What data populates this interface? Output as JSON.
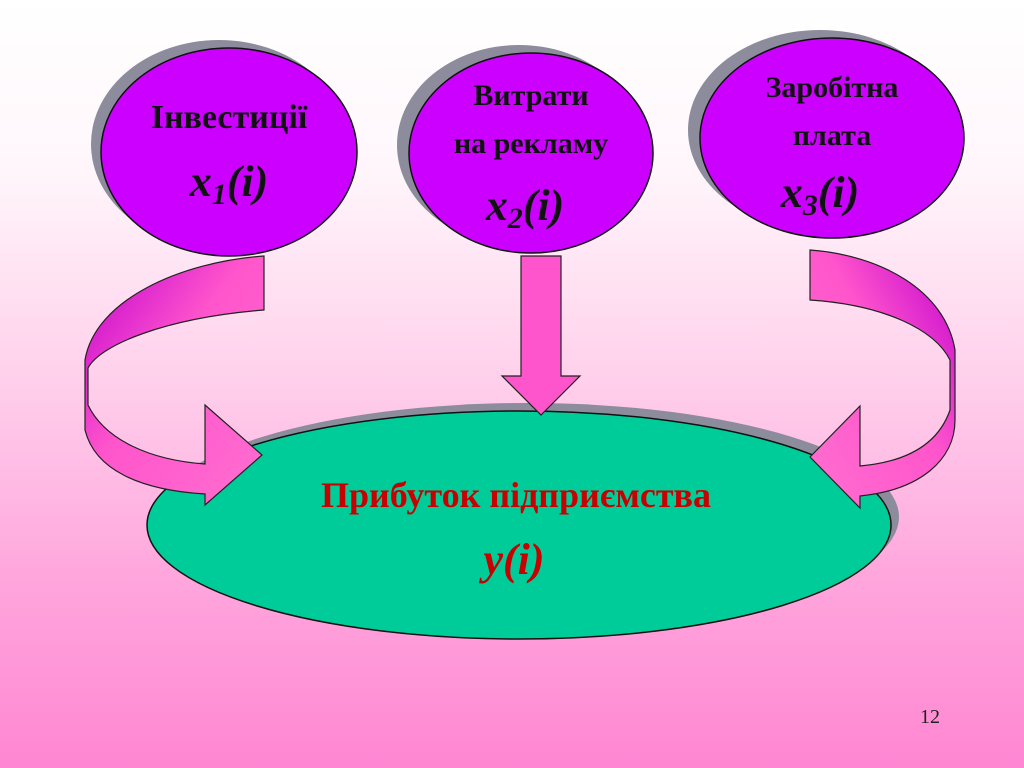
{
  "nodes": {
    "investments": {
      "title": "Інвестиції",
      "var": "x",
      "sub": "1",
      "arg": "(i)"
    },
    "advertising": {
      "line1": "Витрати",
      "line2": "на рекламу",
      "var": "x",
      "sub": "2",
      "arg": "(i)"
    },
    "salary": {
      "line1": "Заробітна",
      "line2": "плата",
      "var": "x",
      "sub": "3",
      "arg": "(i)"
    },
    "profit": {
      "title": "Прибуток підприємства",
      "formula": "y(i)"
    }
  },
  "slide_number": "12",
  "colors": {
    "bubble_fill": "#cc00ff",
    "bubble_shadow": "#8c8c9c",
    "target_fill": "#00cc99",
    "arrow_light": "#ff66cc",
    "arrow_dark": "#b000b0",
    "title_red": "#c80000"
  }
}
